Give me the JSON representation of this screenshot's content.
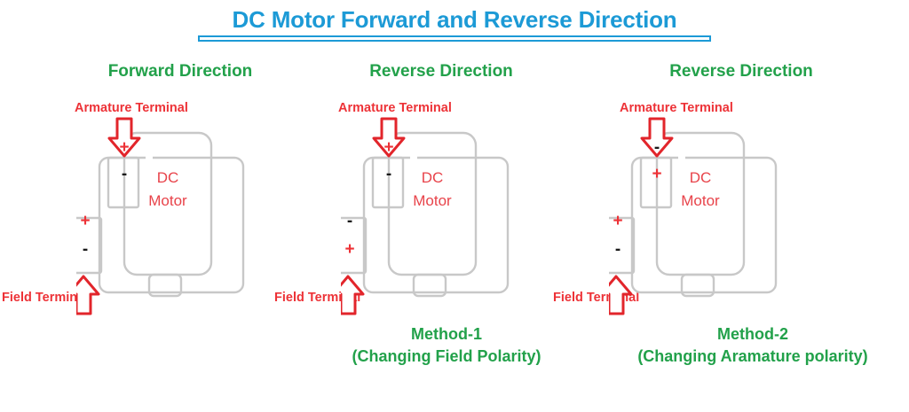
{
  "title": {
    "text": "DC Motor Forward and Reverse Direction",
    "color": "#1c9ad6"
  },
  "colors": {
    "title_blue": "#1c9ad6",
    "heading_green": "#22a14a",
    "label_red": "#ed3237",
    "motor_text_red": "#e8434a",
    "outline_grey": "#c8c8c8",
    "minus_black": "#1a1a1a"
  },
  "figures": [
    {
      "id": "figure-1",
      "heading": "Forward Direction",
      "armature_label": "Armature Terminal",
      "field_label": "Field Terminal",
      "motor_text_line1": "DC",
      "motor_text_line2": "Motor",
      "armature_terminal": {
        "top": "+",
        "bottom": "-",
        "top_polarity": "plus",
        "bottom_polarity": "minus"
      },
      "field_terminal": {
        "top": "+",
        "bottom": "-",
        "top_polarity": "plus",
        "bottom_polarity": "minus"
      },
      "armature_arrow": "arrow-down-icon",
      "field_arrow": "arrow-up-icon",
      "caption_line1": "",
      "caption_line2": ""
    },
    {
      "id": "figure-2",
      "heading": "Reverse Direction",
      "armature_label": "Armature Terminal",
      "field_label": "Field Terminal",
      "motor_text_line1": "DC",
      "motor_text_line2": "Motor",
      "armature_terminal": {
        "top": "+",
        "bottom": "-",
        "top_polarity": "plus",
        "bottom_polarity": "minus"
      },
      "field_terminal": {
        "top": "-",
        "bottom": "+",
        "top_polarity": "minus",
        "bottom_polarity": "plus"
      },
      "armature_arrow": "arrow-down-icon",
      "field_arrow": "arrow-up-icon",
      "caption_line1": "Method-1",
      "caption_line2": "(Changing Field Polarity)"
    },
    {
      "id": "figure-3",
      "heading": "Reverse Direction",
      "armature_label": "Armature Terminal",
      "field_label": "Field Terminal",
      "motor_text_line1": "DC",
      "motor_text_line2": "Motor",
      "armature_terminal": {
        "top": "-",
        "bottom": "+",
        "top_polarity": "minus",
        "bottom_polarity": "plus"
      },
      "field_terminal": {
        "top": "+",
        "bottom": "-",
        "top_polarity": "plus",
        "bottom_polarity": "minus"
      },
      "armature_arrow": "arrow-down-icon",
      "field_arrow": "arrow-up-icon",
      "caption_line1": "Method-2",
      "caption_line2": "(Changing Aramature polarity)"
    }
  ],
  "captions": [
    {
      "line1": "Method-1",
      "line2": "(Changing Field Polarity)"
    },
    {
      "line1": "Method-2",
      "line2": "(Changing Aramature polarity)"
    }
  ]
}
